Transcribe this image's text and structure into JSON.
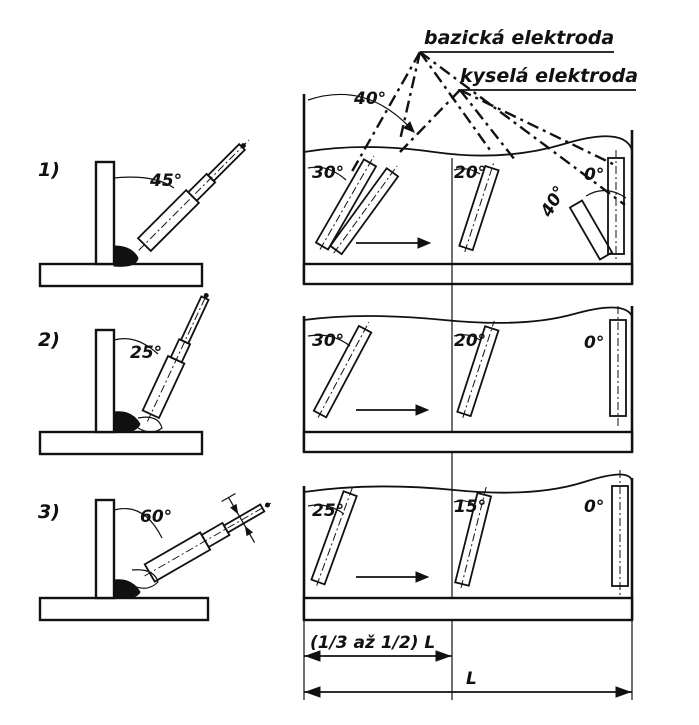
{
  "labels": {
    "basic_electrode": "bazická elektroda",
    "acid_electrode": "kyselá elektroda"
  },
  "rows": [
    {
      "number": "1)",
      "fillet_angle": "45°",
      "panel_angles": [
        "30°",
        "20°",
        "0°"
      ]
    },
    {
      "number": "2)",
      "fillet_angle": "25°",
      "panel_angles": [
        "30°",
        "20°",
        "0°"
      ]
    },
    {
      "number": "3)",
      "fillet_angle": "60°",
      "panel_angles": [
        "25°",
        "15°",
        "0°"
      ]
    }
  ],
  "top_panel_extra_angles": [
    "40°",
    "40°"
  ],
  "dimensions": {
    "partial": "(1/3 až 1/2) L",
    "total": "L"
  }
}
